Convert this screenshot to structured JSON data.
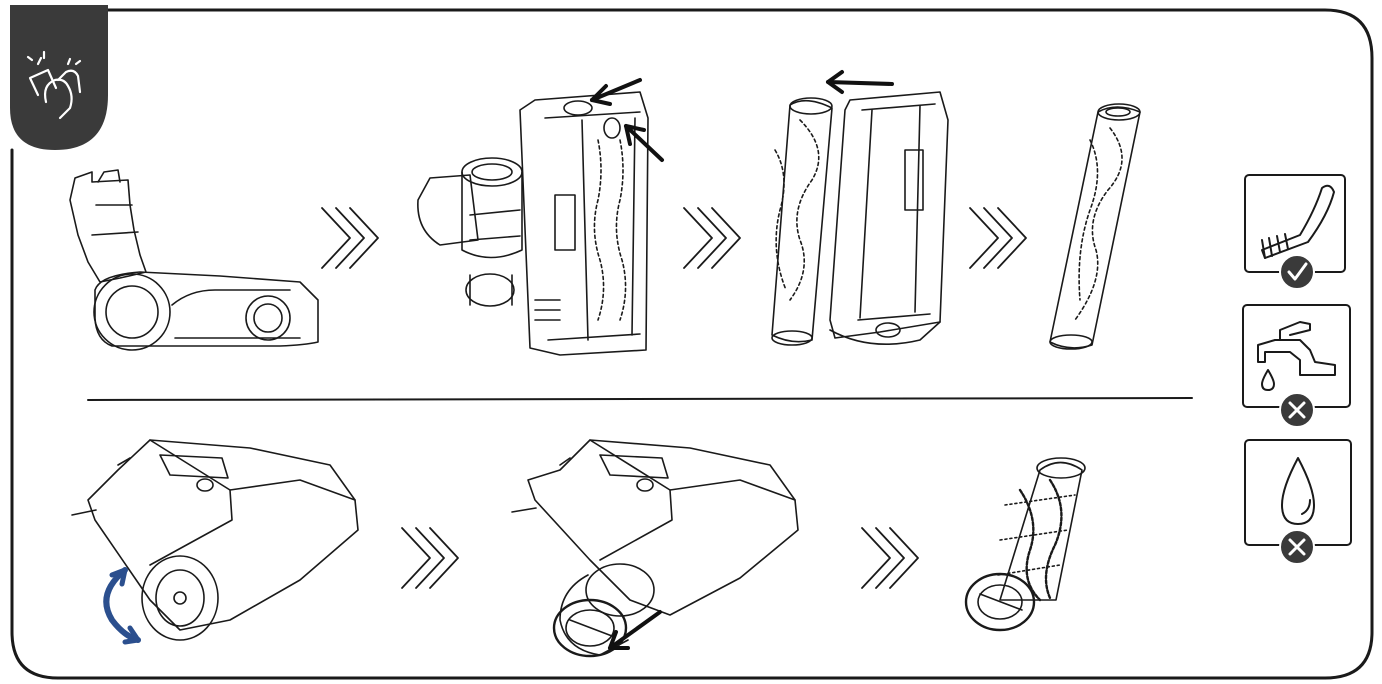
{
  "colors": {
    "line": "#1a1a1a",
    "badge": "#3a3a3a",
    "rotate_arrow": "#2b4f8e",
    "panel_bg": "#ffffff"
  },
  "steps": {
    "row1": [
      {
        "icon": "brush-head-side-icon"
      },
      {
        "icon": "brush-head-open-icon"
      },
      {
        "icon": "brush-roll-removed-icon"
      },
      {
        "icon": "brush-roll-icon"
      }
    ],
    "row2": [
      {
        "icon": "brush-head-rotate-cap-icon"
      },
      {
        "icon": "brush-head-cap-removed-icon"
      },
      {
        "icon": "brush-roll-with-cap-icon"
      }
    ]
  },
  "legend": [
    {
      "icon": "cleaning-brush-icon",
      "status": "allowed",
      "badge": "check-badge-icon"
    },
    {
      "icon": "water-tap-icon",
      "status": "not-allowed",
      "badge": "cross-badge-icon"
    },
    {
      "icon": "water-drop-icon",
      "status": "not-allowed",
      "badge": "cross-badge-icon"
    }
  ],
  "header_icon": "hand-wipe-cleaning-icon"
}
